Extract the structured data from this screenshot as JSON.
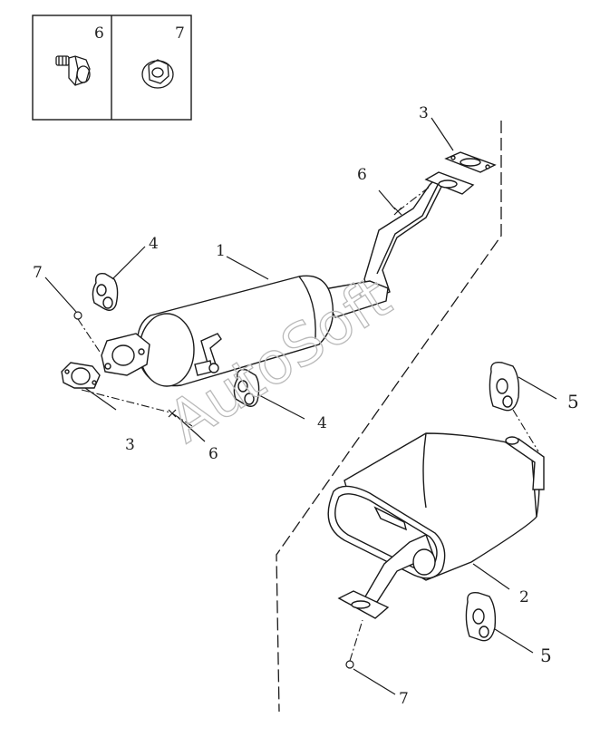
{
  "inset": {
    "left_label": "6",
    "right_label": "7"
  },
  "callouts": {
    "c1": "1",
    "c2": "2",
    "c3_top": "3",
    "c3_left": "3",
    "c4_top": "4",
    "c4_bottom": "4",
    "c5_top": "5",
    "c5_bottom": "5",
    "c6_top": "6",
    "c6_bottom": "6",
    "c7_left": "7",
    "c7_bottom": "7"
  },
  "watermark": "AutoSoft",
  "colors": {
    "line": "#1a1a1a",
    "watermark": "#b9b9b9",
    "background": "#ffffff"
  }
}
